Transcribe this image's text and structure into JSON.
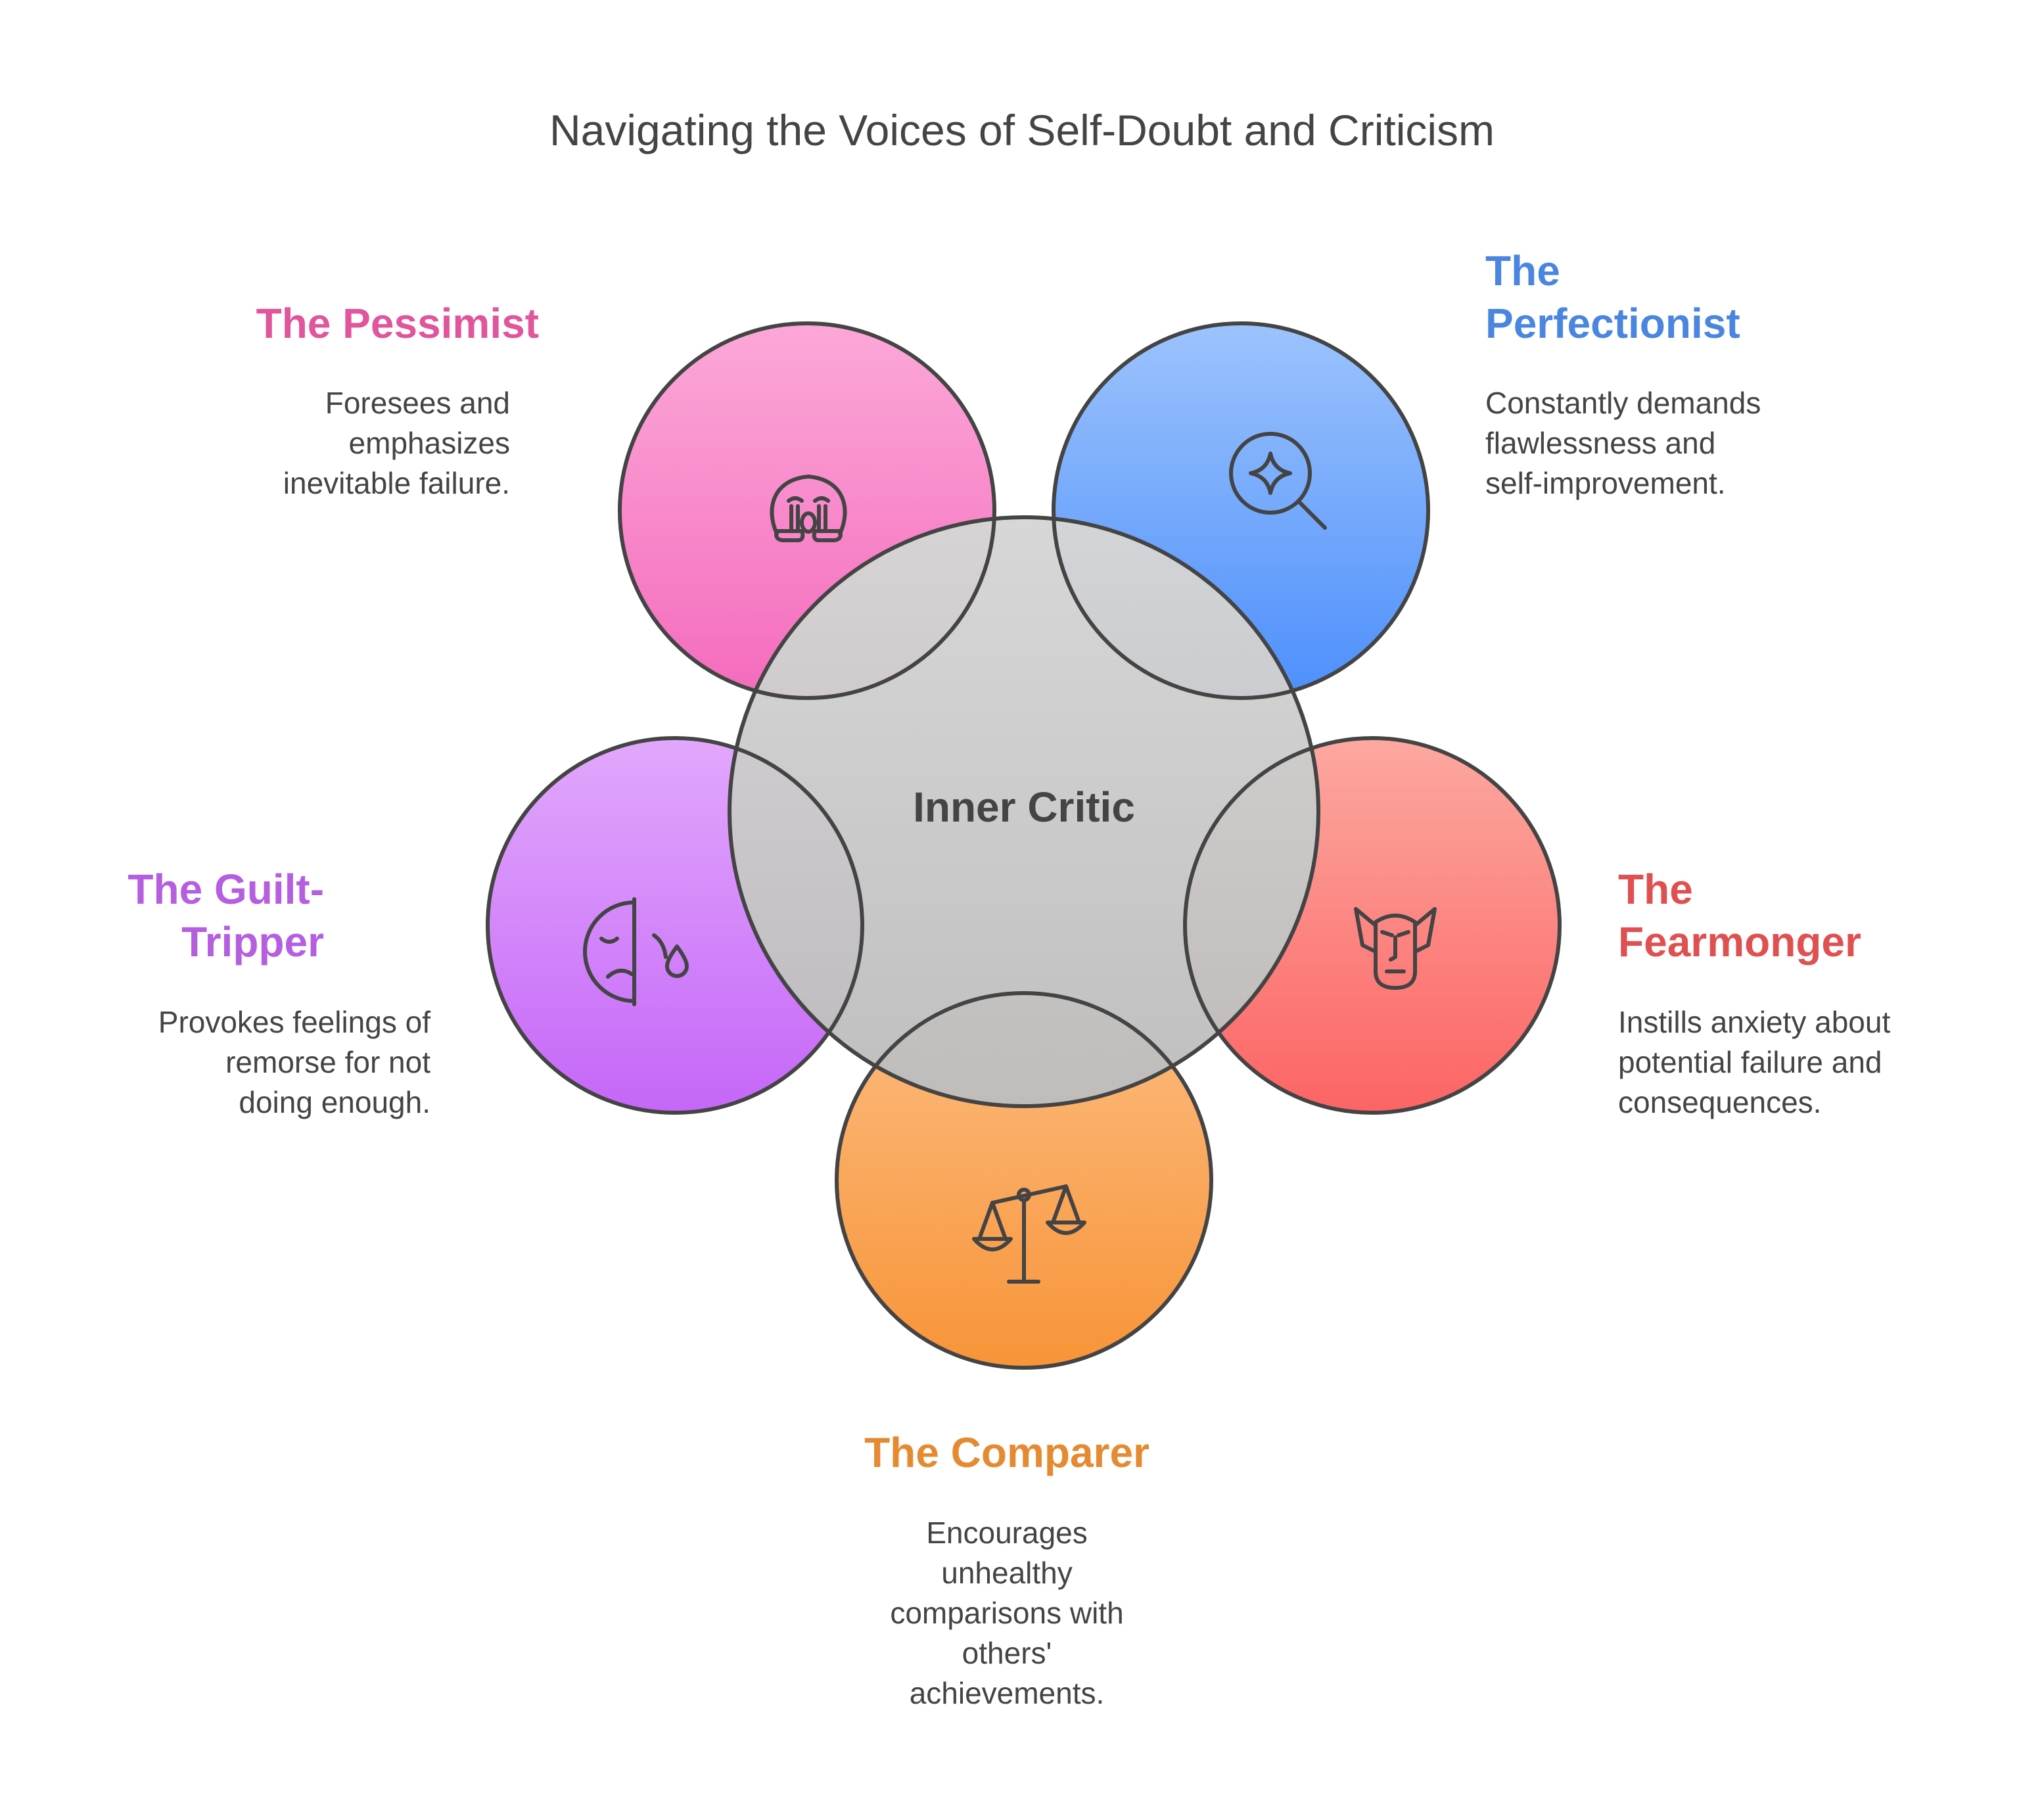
{
  "title": "Navigating the Voices of Self-Doubt and Criticism",
  "center": {
    "label": "Inner Critic",
    "color": "#cccccc"
  },
  "voices": {
    "pessimist": {
      "label": "The Pessimist",
      "description": "Foresees and\nemphasizes\ninevitable failure.",
      "color": "#e0559c",
      "icon": "crying-face-icon"
    },
    "perfectionist": {
      "label": "The\nPerfectionist",
      "description": "Constantly demands\nflawlessness and\nself-improvement.",
      "color": "#4a86e0",
      "icon": "sparkle-magnifier-icon"
    },
    "guilt_tripper": {
      "label": "The Guilt-\nTripper",
      "description": "Provokes feelings of\nremorse for not\ndoing enough.",
      "color": "#b55ee0",
      "icon": "tearful-half-face-icon"
    },
    "fearmonger": {
      "label": "The\nFearmonger",
      "description": "Instills anxiety about\npotential failure and\nconsequences.",
      "color": "#e05050",
      "icon": "goblin-face-icon"
    },
    "comparer": {
      "label": "The Comparer",
      "description": "Encourages\nunhealthy\ncomparisons with\nothers'\nachievements.",
      "color": "#e58a30",
      "icon": "balance-scale-icon"
    }
  }
}
